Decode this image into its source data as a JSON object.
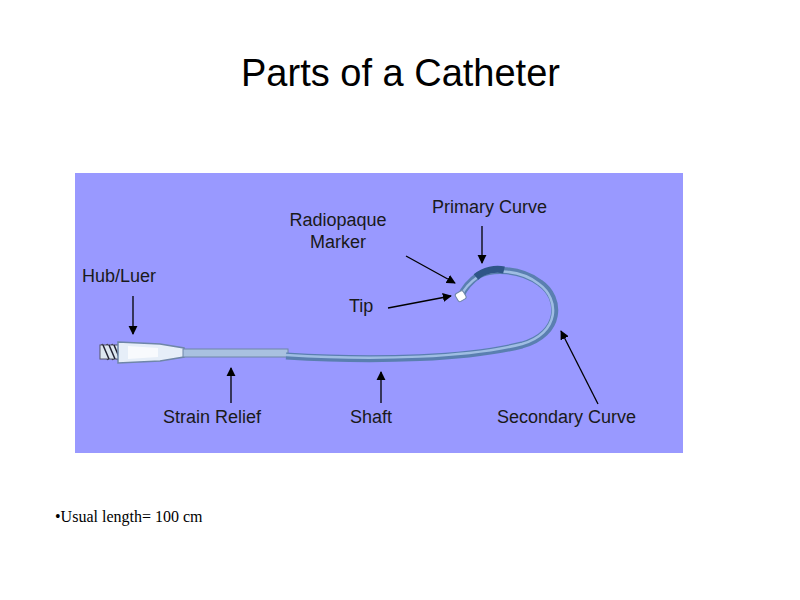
{
  "diagram": {
    "title": "Parts of a Catheter",
    "labels": [
      "Radiopaque Marker",
      "Primary Curve",
      "Hub/Luer",
      "Tip",
      "Strain Relief",
      "Shaft",
      "Secondary Curve",
      "•Usual length= 100 cm"
    ]
  }
}
